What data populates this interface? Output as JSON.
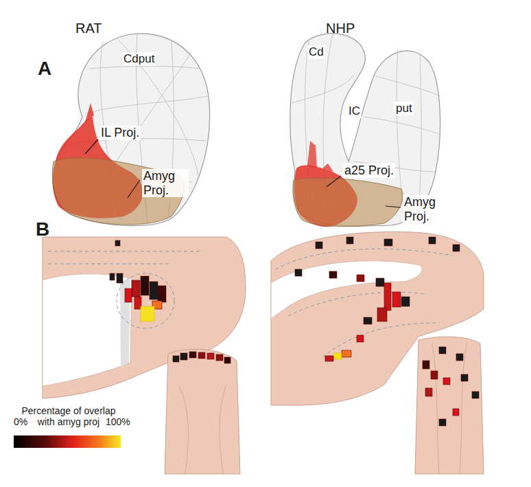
{
  "diagram": {
    "labels": [
      "RAT",
      "NHP",
      "A",
      "Cdput",
      "IL Proj.",
      "Amyg Proj.",
      "Cd",
      "IC",
      "put",
      "a25 Proj.",
      "Amyg Proj.",
      "B",
      "Percentage of overlap with amyg proj",
      "0%",
      "100%"
    ]
  }
}
